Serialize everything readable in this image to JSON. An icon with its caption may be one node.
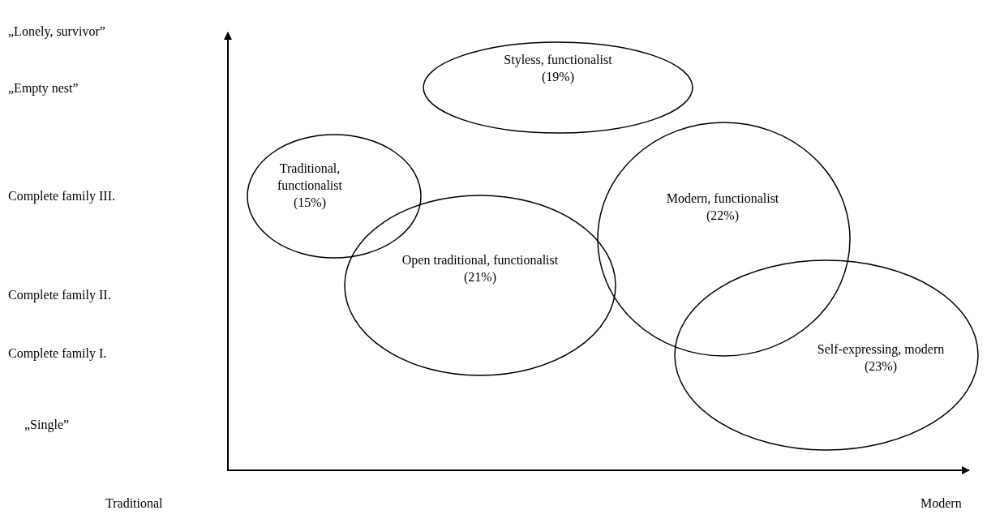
{
  "diagram": {
    "nodes": [
      {
        "text": [
          "Styless, functionalist (19%)"
        ]
      },
      {
        "text": [
          "Traditional, functionalist (15%)"
        ]
      },
      {
        "text": [
          "Modern, functionalist (22%)"
        ]
      },
      {
        "text": [
          "Open traditional, functionalist (21%)"
        ]
      },
      {
        "text": [
          "Self-expressing, modern (23%)"
        ]
      }
    ],
    "labels": [
      "„Lonely, survivor”",
      "„Empty nest”",
      "Complete family III.",
      "Complete family II.",
      "Complete family I.",
      "„Single”",
      "Traditional",
      "Modern"
    ]
  }
}
